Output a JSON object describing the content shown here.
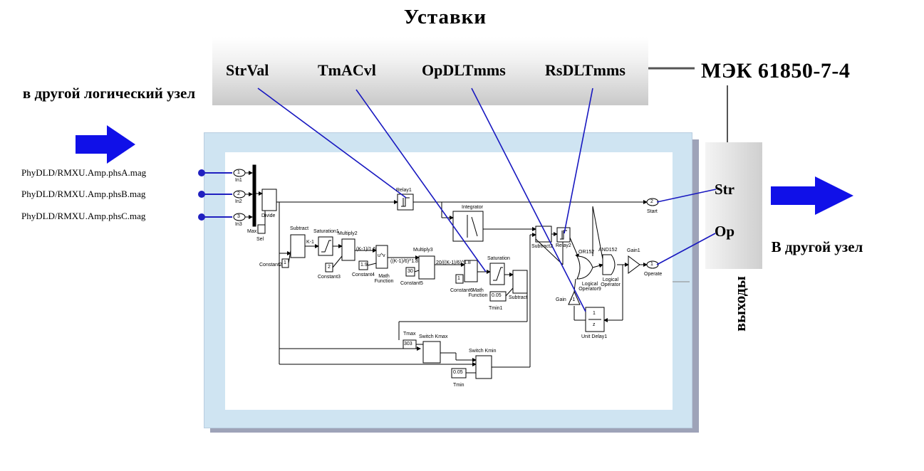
{
  "title": "Уставки",
  "settings": [
    "StrVal",
    "TmACvl",
    "OpDLTmms",
    "RsDLTmms"
  ],
  "standard": "МЭК 61850-7-4",
  "note_left": "в другой логический узел",
  "note_right": "В другой узел",
  "outputs_label": "выходы",
  "outputs": [
    "Str",
    "Op"
  ],
  "inputs": [
    "PhyDLD/RMXU.Amp.phsA.mag",
    "PhyDLD/RMXU.Amp.phsB.mag",
    "PhyDLD/RMXU.Amp.phsC.mag"
  ],
  "colors": {
    "arrow": "#1010e8",
    "link": "#1818c0",
    "frame": "#cfe4f2"
  },
  "simulink": {
    "ports_in": [
      "1",
      "2",
      "3"
    ],
    "in_labels": [
      "In1",
      "In2",
      "In3"
    ],
    "port_out_start": "2",
    "port_out_operate": "1",
    "blocks": {
      "max": "Max",
      "sel": "Sel",
      "divide": "Divide",
      "subtract": "Subtract",
      "saturation1": "Saturation1",
      "k1": "K-1",
      "multiply2": "Multiply2",
      "constant2": "Constant2",
      "constant2_val": "1",
      "constant3": "Constant3",
      "constant3_val": "2",
      "constant4": "Constant4",
      "constant4_val": "1.9",
      "math_function": "Math Function",
      "multiply3": "Multiply3",
      "constant5": "Constant5",
      "constant5_val": "30",
      "constant6": "Constant6",
      "constant6_val": "1",
      "math_function1": "Math Function",
      "saturation": "Saturation",
      "tmin1": "Tmin1",
      "tmin1_val": "0.05",
      "subtract1": "Subtract",
      "relay1": "Relay1",
      "integrator": "Integrator",
      "subtract2": "Subtract2",
      "relay2": "Relay2",
      "or152": "OR152",
      "logical_operator9": "Logical Operator9",
      "and152": "AND152",
      "logical_operator": "Logical Operator",
      "gain1": "Gain1",
      "gain": "Gain",
      "gain_val": "-1",
      "unit_delay1": "Unit Delay1",
      "unit_delay_num": "1",
      "unit_delay_den": "z",
      "tmax": "Tmax",
      "tmax_val": "303",
      "switch_kmax": "Switch Kmax",
      "switch_kmin": "Switch Kmin",
      "tmin": "Tmin",
      "tmin_val": "0.05",
      "start": "Start",
      "operate": "Operate",
      "expr1": "(K-1)/1.6",
      "expr2": "((K-1)/6)^1.8",
      "expr3": "20/((K-1)/6)^1.8",
      "u_pow": "u^v"
    }
  }
}
